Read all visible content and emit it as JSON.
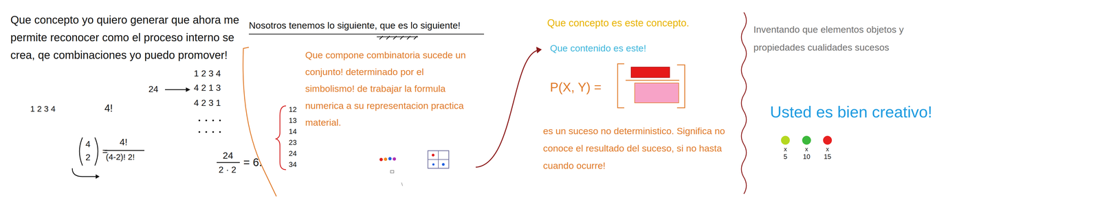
{
  "diagram": {
    "labels": [
      "Que concepto yo quiero generar que ahora me permite reconocer como el proceso interno se crea, qe combinaciones yo puedo promover!",
      "1 2 3 4",
      "4!",
      "24",
      "1 2 3 4",
      "4 2 1 3",
      "4 2 3 1",
      "4",
      "2",
      "=",
      "4!",
      "(4-2)! 2!",
      "24",
      "2 · 2",
      "= 6.",
      "Nosotros tenemos lo siguiente, que es lo siguiente!",
      "Que compone combinatoria sucede un conjunto! determinado por el simbolismo! de trabajar la formula numerica a su representacion practica material.",
      "12",
      "13",
      "14",
      "23",
      "24",
      "34",
      "Que concepto es este concepto.",
      "Que contenido es este!",
      "P(X, Y) =",
      "es un suceso no deterministico. Significa no conoce el resultado del suceso, si no hasta cuando ocurre!",
      "Inventando que elementos objetos y propiedades cualidades sucesos",
      "Usted es bien creativo!",
      "x",
      "5",
      "x",
      "10",
      "x",
      "15"
    ]
  }
}
